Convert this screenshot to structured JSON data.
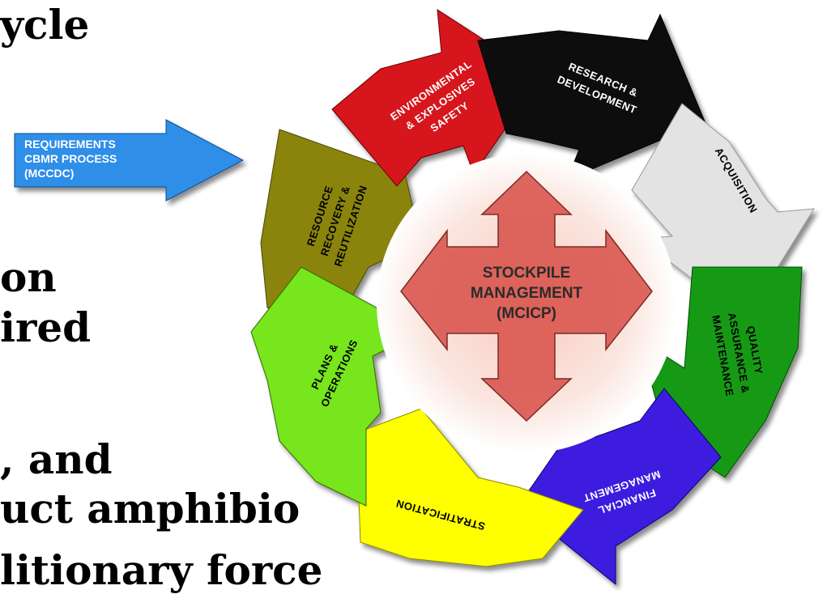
{
  "background_text": {
    "line1": "ycle",
    "line2": "on",
    "line3": "ired",
    "line4": ", and",
    "line5": "uct amphibio",
    "line6": "litionary force"
  },
  "requirements_arrow": {
    "line1": "REQUIREMENTS",
    "line2": "CBMR PROCESS",
    "line3": "(MCCDC)",
    "color": "#2f8ee8"
  },
  "center": {
    "line1": "STOCKPILE",
    "line2": "MANAGEMENT",
    "line3": "(MCICP)",
    "color": "#d9574f"
  },
  "segments": [
    {
      "id": "research",
      "lines": [
        "RESEARCH &",
        "DEVELOPMENT"
      ],
      "color": "#111111"
    },
    {
      "id": "acquisition",
      "lines": [
        "ACQUISITION"
      ],
      "color": "#e3e3e3"
    },
    {
      "id": "quality",
      "lines": [
        "QUALITY",
        "ASSURANCE &",
        "MAINTENANCE"
      ],
      "color": "#149a14"
    },
    {
      "id": "financial",
      "lines": [
        "FINANCIAL",
        "MANAGEMENT"
      ],
      "color": "#3c1ee0"
    },
    {
      "id": "stratification",
      "lines": [
        "STRATIFICATION"
      ],
      "color": "#ffff00"
    },
    {
      "id": "plans",
      "lines": [
        "PLANS &",
        "OPERATIONS"
      ],
      "color": "#77e61a"
    },
    {
      "id": "resource",
      "lines": [
        "RESOURCE",
        "RECOVERY &",
        "REUTILIZATION"
      ],
      "color": "#8a8410"
    },
    {
      "id": "environmental",
      "lines": [
        "ENVIRONMENTAL",
        "& EXPLOSIVES",
        "SAFETY"
      ],
      "color": "#d6161c"
    }
  ]
}
